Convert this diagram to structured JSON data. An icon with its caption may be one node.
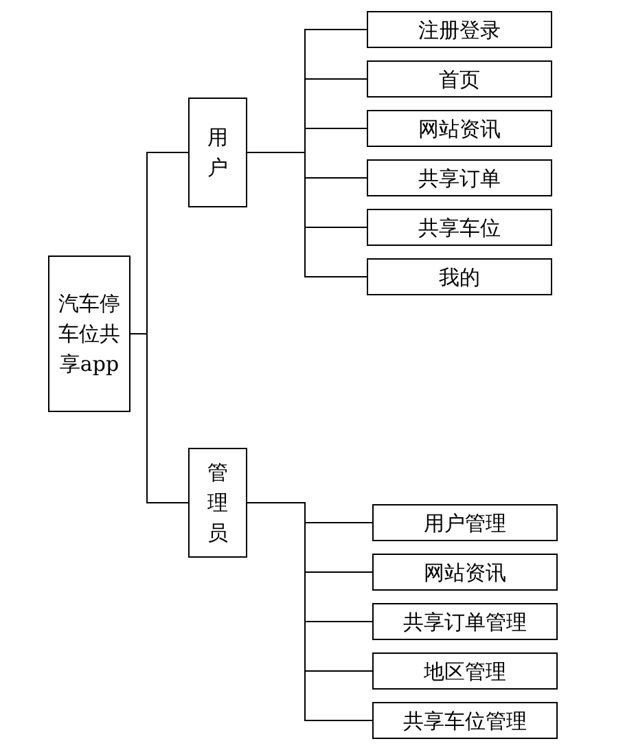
{
  "diagram": {
    "nodes": [
      {
        "text": [
          "汽车停车位共享app"
        ]
      },
      {
        "text": [
          "用户"
        ]
      },
      {
        "text": [
          "管理员"
        ]
      },
      {
        "text": [
          "注册登录"
        ]
      },
      {
        "text": [
          "首页"
        ]
      },
      {
        "text": [
          "网站资讯"
        ]
      },
      {
        "text": [
          "共享订单"
        ]
      },
      {
        "text": [
          "共享车位"
        ]
      },
      {
        "text": [
          "我的"
        ]
      },
      {
        "text": [
          "用户管理"
        ]
      },
      {
        "text": [
          "网站资讯"
        ]
      },
      {
        "text": [
          "共享订单管理"
        ]
      },
      {
        "text": [
          "地区管理"
        ]
      },
      {
        "text": [
          "共享车位管理"
        ]
      }
    ],
    "edges": [
      {
        "from": 0,
        "to": 1,
        "arrow": "none"
      },
      {
        "from": 0,
        "to": 2,
        "arrow": "none"
      },
      {
        "from": 1,
        "to": 3,
        "arrow": "none"
      },
      {
        "from": 1,
        "to": 4,
        "arrow": "none"
      },
      {
        "from": 1,
        "to": 5,
        "arrow": "none"
      },
      {
        "from": 1,
        "to": 6,
        "arrow": "none"
      },
      {
        "from": 1,
        "to": 7,
        "arrow": "none"
      },
      {
        "from": 1,
        "to": 8,
        "arrow": "none"
      },
      {
        "from": 2,
        "to": 9,
        "arrow": "none"
      },
      {
        "from": 2,
        "to": 10,
        "arrow": "none"
      },
      {
        "from": 2,
        "to": 11,
        "arrow": "none"
      },
      {
        "from": 2,
        "to": 12,
        "arrow": "none"
      },
      {
        "from": 2,
        "to": 13,
        "arrow": "none"
      }
    ]
  }
}
